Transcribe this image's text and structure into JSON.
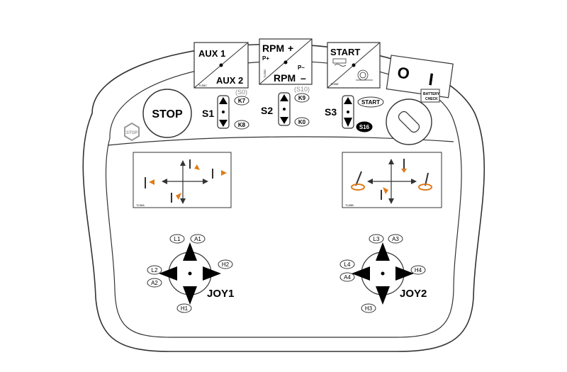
{
  "buttons": {
    "aux": {
      "top": "AUX 1",
      "bottom": "AUX 2",
      "code": "TL55C"
    },
    "rpm": {
      "top": "RPM",
      "top_sign": "+",
      "p_plus": "P+",
      "p_minus": "P–",
      "bottom": "RPM",
      "bottom_sign": "–",
      "code": "TL55D"
    },
    "start": {
      "label": "START",
      "code": "TL55E"
    },
    "power": {
      "off": "O",
      "on": "I",
      "battery_line1": "BATTERY",
      "battery_line2": "CHECK"
    },
    "stop": {
      "label": "STOP",
      "badge": "STOP"
    }
  },
  "switches": {
    "s1": {
      "label": "S1",
      "hint": "(S0)",
      "up": "K7",
      "down": "K8"
    },
    "s2": {
      "label": "S2",
      "hint": "(S10)",
      "up": "K9",
      "down": "K0"
    },
    "s3": {
      "label": "S3",
      "up": "START",
      "down": "S16"
    }
  },
  "panels": {
    "left_code": "TL55A",
    "right_code": "TL55B"
  },
  "joysticks": {
    "joy1": {
      "label": "JOY1",
      "tl": "L1",
      "tr": "A1",
      "ml": "L2",
      "bl": "A2",
      "mr": "H2",
      "b": "H1"
    },
    "joy2": {
      "label": "JOY2",
      "tl": "L3",
      "tr": "A3",
      "ml": "L4",
      "bl": "A4",
      "mr": "H4",
      "b": "H3"
    }
  },
  "colors": {
    "accent": "#e07b1a",
    "line": "#333333",
    "fill": "#000000"
  }
}
